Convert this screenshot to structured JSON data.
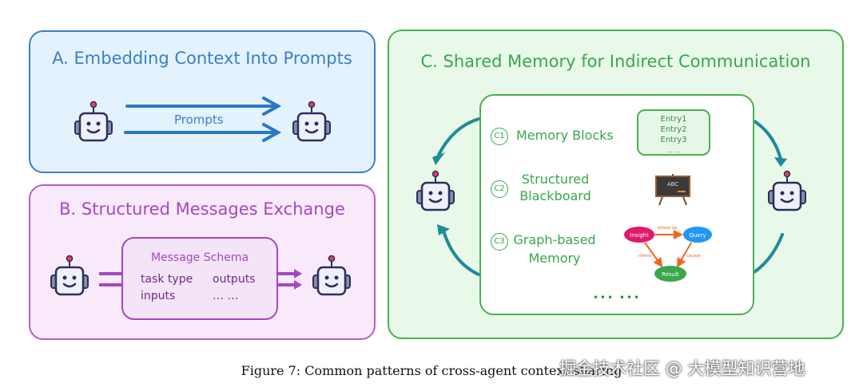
{
  "panel_a": {
    "title": "A. Embedding Context Into Prompts",
    "arrow_label": "Prompts",
    "color": "#3a7fc8"
  },
  "panel_b": {
    "title": "B. Structured Messages Exchange",
    "schema_title": "Message Schema",
    "fields": [
      "task type",
      "outputs",
      "inputs",
      "… …"
    ],
    "color": "#a548c0"
  },
  "panel_c": {
    "title": "C. Shared Memory for Indirect Communication",
    "color": "#3aa64a",
    "items": [
      {
        "badge": "C1",
        "label": "Memory Blocks"
      },
      {
        "badge": "C2",
        "label": "Structured Blackboard"
      },
      {
        "badge": "C3",
        "label": "Graph-based Memory"
      }
    ],
    "memory_entries": [
      "Entry1",
      "Entry2",
      "Entry3",
      "… …"
    ],
    "blackboard_text": "ABC",
    "graph": {
      "nodes": [
        "Insight",
        "Query",
        "Result"
      ],
      "edges": [
        "follow-up",
        "refine",
        "causal"
      ]
    },
    "more": "••• •••"
  },
  "caption": "Figure 7: Common patterns of cross-agent context sharing",
  "watermark": "掘金技术社区 @ 大模型知识营地"
}
